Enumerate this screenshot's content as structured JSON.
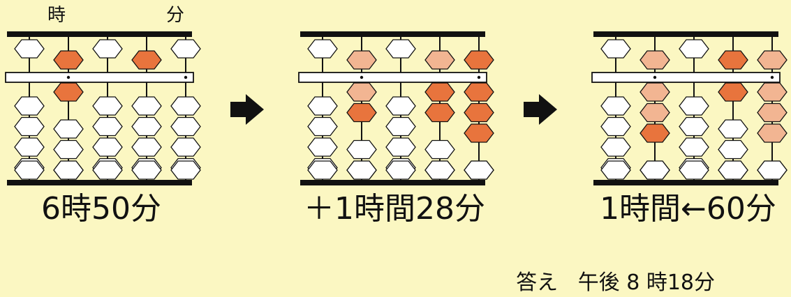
{
  "abacus": [
    {
      "caption": "6時50分",
      "column_labels": [
        "時",
        "分"
      ],
      "rods": [
        {
          "heaven": "none",
          "earth": []
        },
        {
          "heaven": "dark",
          "earth": [
            "dark"
          ]
        },
        {
          "heaven": "none",
          "earth": []
        },
        {
          "heaven": "dark",
          "earth": []
        },
        {
          "heaven": "none",
          "earth": []
        }
      ]
    },
    {
      "caption": "＋1時間28分",
      "rods": [
        {
          "heaven": "none",
          "earth": []
        },
        {
          "heaven": "light",
          "earth": [
            "light",
            "dark"
          ]
        },
        {
          "heaven": "none",
          "earth": []
        },
        {
          "heaven": "light",
          "earth": [
            "dark",
            "dark"
          ]
        },
        {
          "heaven": "dark",
          "earth": [
            "dark",
            "dark",
            "dark"
          ]
        }
      ]
    },
    {
      "caption": "1時間←60分",
      "rods": [
        {
          "heaven": "none",
          "earth": []
        },
        {
          "heaven": "light",
          "earth": [
            "light",
            "light",
            "dark"
          ]
        },
        {
          "heaven": "none",
          "earth": []
        },
        {
          "heaven": "dark",
          "earth": [
            "dark"
          ]
        },
        {
          "heaven": "light",
          "earth": [
            "light",
            "light",
            "light"
          ]
        }
      ]
    }
  ],
  "answer": {
    "label": "答え",
    "value": "午後 8 時18分"
  },
  "colors": {
    "background": "#fbf7c2",
    "bead_dark": "#e8743d",
    "bead_light": "#f2b592",
    "bead_white": "#ffffff",
    "frame": "#111111",
    "arrow": "#111111"
  }
}
